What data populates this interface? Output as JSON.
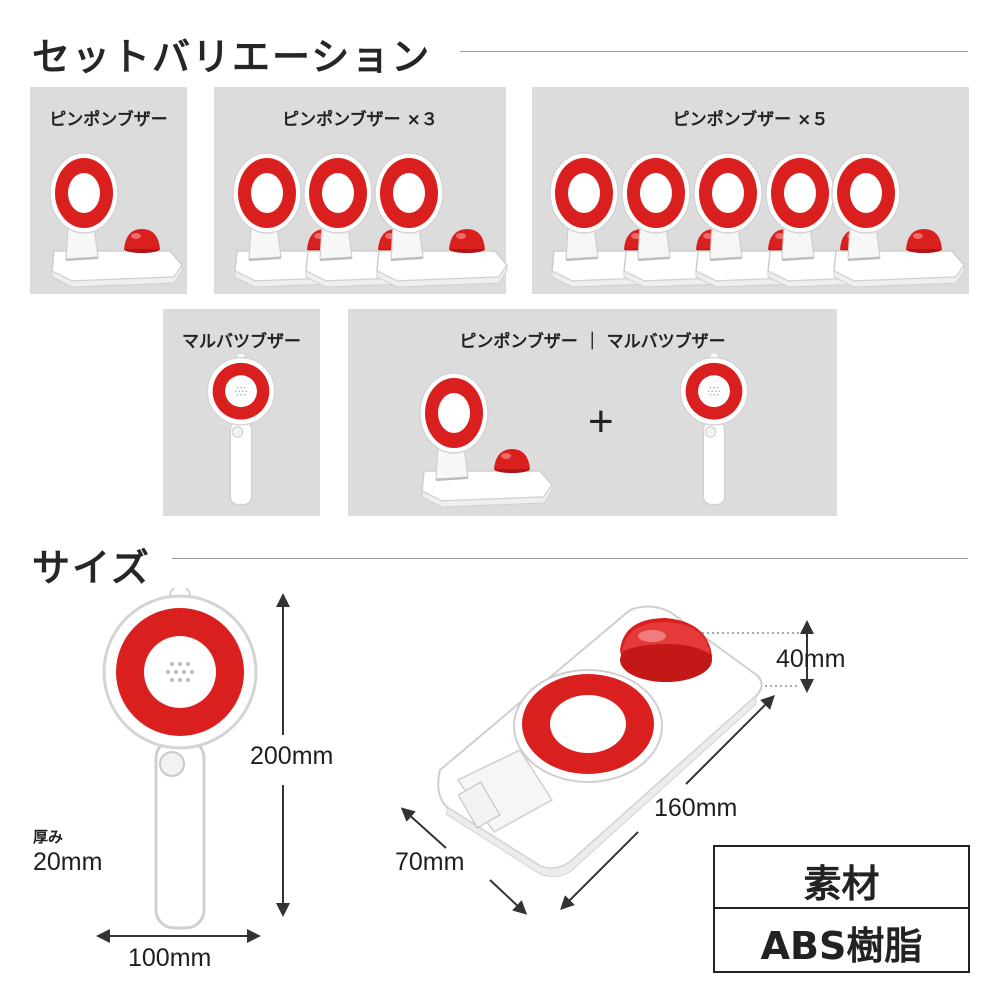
{
  "sections": {
    "variations_title": "セットバリエーション",
    "size_title": "サイズ"
  },
  "panels": [
    {
      "label": "ピンポンブザー"
    },
    {
      "label": "ピンポンブザー ×３"
    },
    {
      "label": "ピンポンブザー ×５"
    },
    {
      "label": "マルバツブザー"
    },
    {
      "label": "ピンポンブザー ｜ マルバツブザー"
    }
  ],
  "plus_symbol": "+",
  "dimensions": {
    "height": "200mm",
    "width": "100mm",
    "thickness_label": "厚み",
    "thickness": "20mm",
    "button_height": "40mm",
    "length": "160mm",
    "depth": "70mm"
  },
  "material": {
    "header": "素材",
    "value": "ABS樹脂"
  },
  "colors": {
    "panel_bg": "#dcdcdc",
    "accent_red": "#d9201f"
  }
}
